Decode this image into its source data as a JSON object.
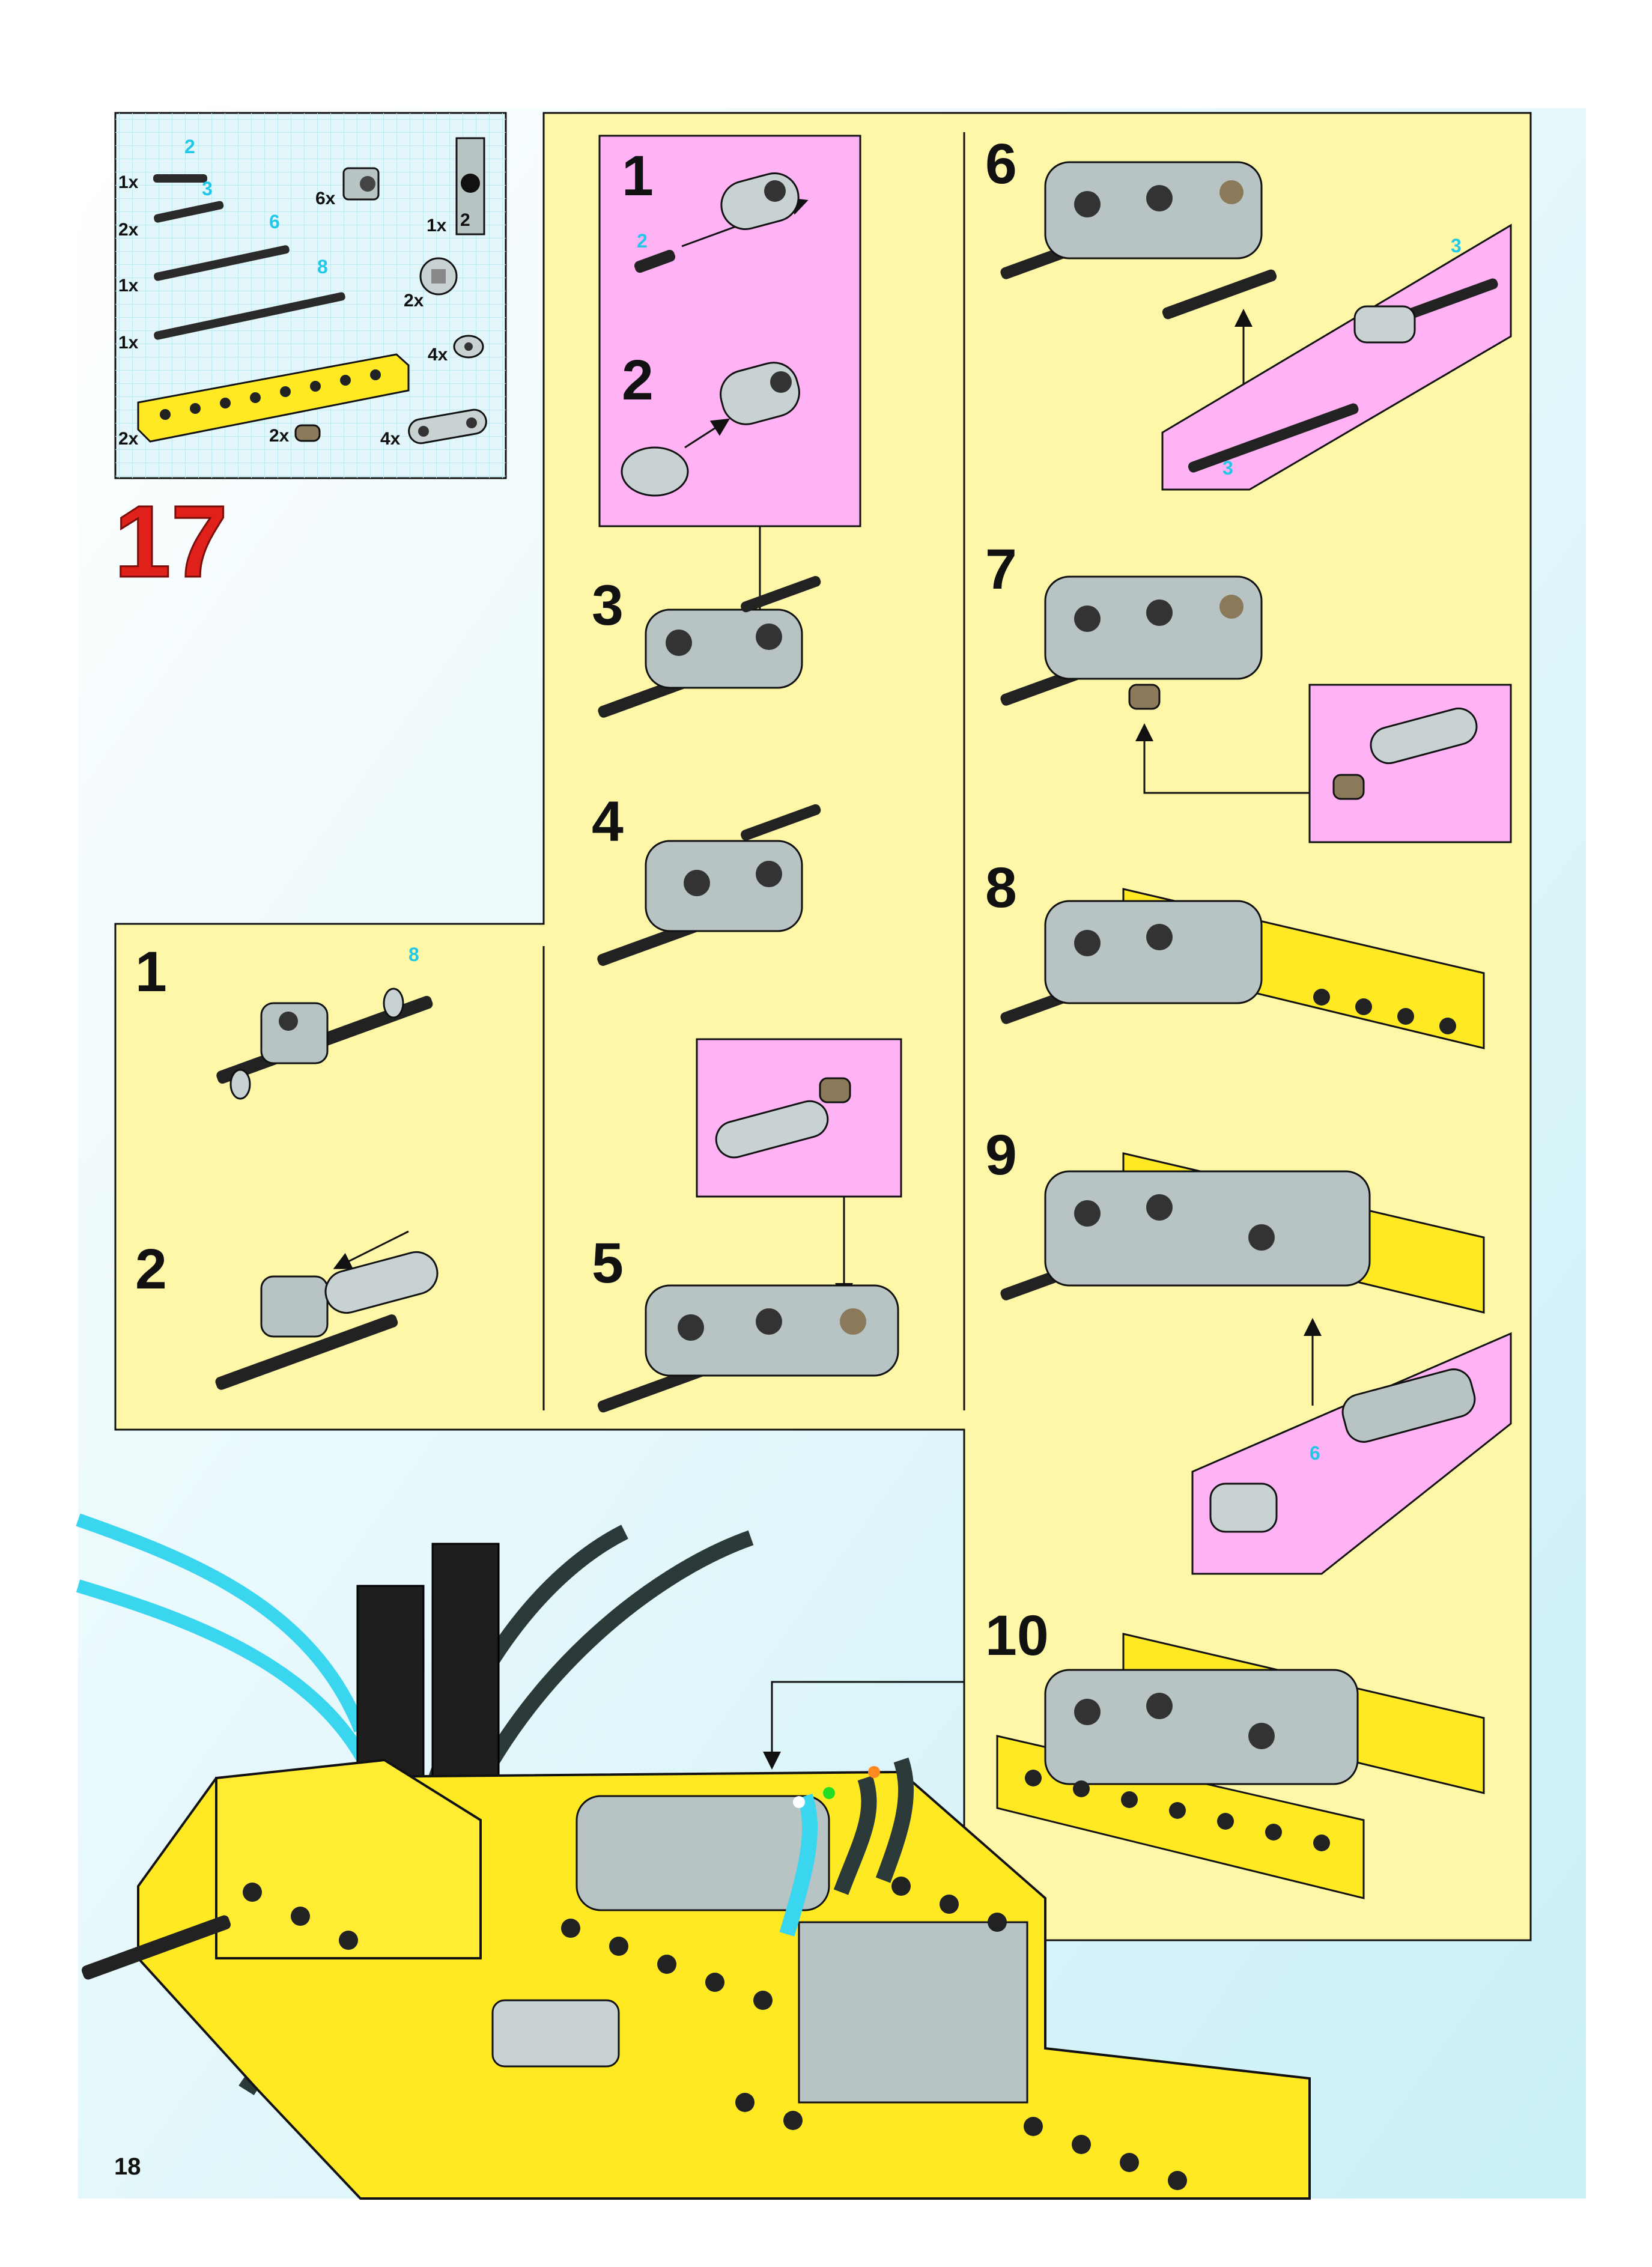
{
  "page_number": "18",
  "main_step": "17",
  "colors": {
    "page_bg": "#dff6fb",
    "panel_yellow": "#fff7a8",
    "panel_pink": "#ffb3f5",
    "brick_yellow": "#ffee22",
    "gray_part": "#b8c4c4",
    "dark_axle": "#222222",
    "length_label": "#22c8e8",
    "step_red": "#e0201a"
  },
  "parts_list": [
    {
      "count": "1x",
      "length": "2",
      "part": "axle-2"
    },
    {
      "count": "2x",
      "length": "3",
      "part": "axle-3"
    },
    {
      "count": "1x",
      "length": "6",
      "part": "axle-6"
    },
    {
      "count": "1x",
      "length": "8",
      "part": "axle-8"
    },
    {
      "count": "2x",
      "length": "",
      "part": "yellow-beam-8"
    },
    {
      "count": "6x",
      "length": "",
      "part": "gray-cross-block"
    },
    {
      "count": "1x",
      "length": "2",
      "part": "gray-beam-2-vertical"
    },
    {
      "count": "2x",
      "length": "",
      "part": "gray-pin-axle"
    },
    {
      "count": "4x",
      "length": "",
      "part": "bush"
    },
    {
      "count": "2x",
      "length": "",
      "part": "tan-pin"
    },
    {
      "count": "4x",
      "length": "",
      "part": "gray-liftarm-3"
    }
  ],
  "substeps": {
    "left_panel": [
      "1",
      "2"
    ],
    "middle_column": [
      "3",
      "4",
      "5"
    ],
    "middle_pink_box": [
      "1",
      "2"
    ],
    "right_column": [
      "6",
      "7",
      "8",
      "9",
      "10"
    ]
  },
  "callout_lengths": {
    "left_step1": "8",
    "pink_step1": "2",
    "right_step6": "3",
    "right_step6_bottom": "3",
    "right_step9": "6"
  }
}
